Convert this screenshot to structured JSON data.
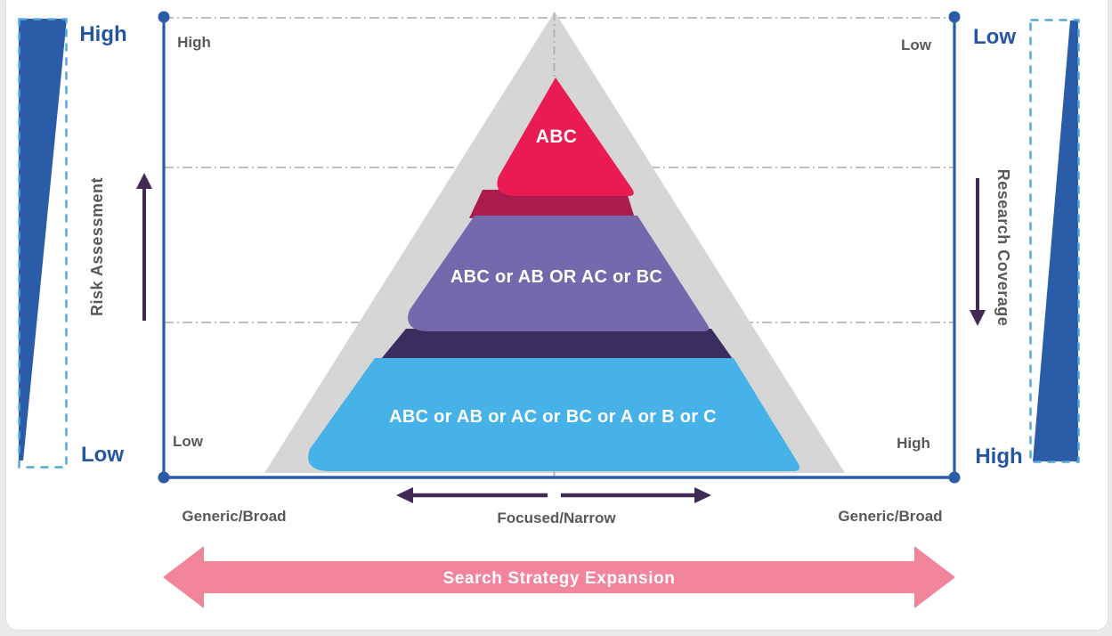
{
  "colors": {
    "axis_blue": "#2b5ca8",
    "outer_label_blue": "#2456a4",
    "gray_text": "#58595b",
    "pyramid_gray": "#d6d6d6",
    "layer_red": "#ea1a52",
    "layer_red_shadow": "#aa1b4e",
    "layer_purple": "#7568ac",
    "layer_purple_shadow": "#3a2e5f",
    "layer_blue": "#47b2e8",
    "plum_arrow": "#412a55",
    "pink_arrow": "#f2849c",
    "dashed_gauge_blue": "#55a8de",
    "gridline_gray": "#a9a9a9"
  },
  "outer_gauges": {
    "left": {
      "top": "High",
      "bottom": "Low"
    },
    "right": {
      "top": "Low",
      "bottom": "High"
    }
  },
  "chart": {
    "corners": {
      "top_left": "High",
      "top_right": "Low",
      "bottom_left": "Low",
      "bottom_right": "High"
    },
    "y_axis_left": "Risk Assessment",
    "y_axis_right": "Research Coverage",
    "layers": [
      {
        "label": "ABC",
        "color": "#ea1a52"
      },
      {
        "label": "ABC or AB OR AC or BC",
        "color": "#7568ac"
      },
      {
        "label": "ABC or AB or AC or BC or A or B or C",
        "color": "#47b2e8"
      }
    ],
    "x_labels": {
      "left": "Generic/Broad",
      "center": "Focused/Narrow",
      "right": "Generic/Broad"
    }
  },
  "expansion_arrow": {
    "label": "Search Strategy Expansion"
  }
}
